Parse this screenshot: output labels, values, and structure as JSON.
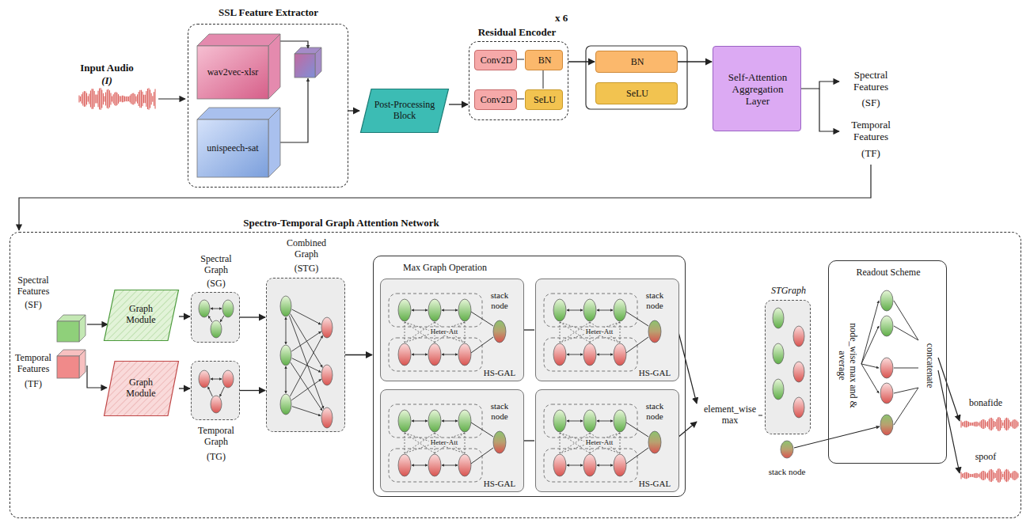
{
  "diagram": {
    "nodes": [
      {
        "text": [
          "SSL Feature Extractor"
        ]
      },
      {
        "text": [
          "wav2vec-xlsr"
        ],
        "in": 0
      },
      {
        "text": [
          "unispeech-sat"
        ],
        "in": 0
      },
      {
        "text": [
          "Post-Processing Block"
        ]
      },
      {
        "text": [
          "Residual Encoder",
          "x 6"
        ]
      },
      {
        "text": [
          "Conv2D"
        ],
        "in": 4
      },
      {
        "text": [
          "BN"
        ],
        "in": 4
      },
      {
        "text": [
          "Conv2D"
        ],
        "in": 4
      },
      {
        "text": [
          "SeLU"
        ],
        "in": 4
      },
      {
        "text": [
          "BN"
        ]
      },
      {
        "text": [
          "SeLU"
        ]
      },
      {
        "text": [
          "Self-Attention Aggregation Layer"
        ]
      },
      {
        "text": [
          "Spectro-Temporal Graph Attention Network"
        ]
      },
      {
        "text": [
          "Graph Module"
        ],
        "in": 12
      },
      {
        "text": [
          "Spectral Graph",
          "(SG)"
        ],
        "in": 12
      },
      {
        "text": [
          "Graph Module"
        ],
        "in": 12
      },
      {
        "text": [
          "Temporal Graph",
          "(TG)"
        ],
        "in": 12
      },
      {
        "text": [
          "Combined Graph",
          "(STG)"
        ],
        "in": 12
      },
      {
        "text": [
          "Max Graph Operation"
        ],
        "in": 12
      },
      {
        "text": [
          "stack node",
          "Heter-Att",
          "HS-GAL"
        ],
        "in": 18
      },
      {
        "text": [
          "stack node",
          "Heter-Att",
          "HS-GAL"
        ],
        "in": 18
      },
      {
        "text": [
          "stack node",
          "Heter-Att",
          "HS-GAL"
        ],
        "in": 18
      },
      {
        "text": [
          "stack node",
          "Heter-Att",
          "HS-GAL"
        ],
        "in": 18
      },
      {
        "text": [
          "STGraph"
        ],
        "in": 12
      },
      {
        "text": [
          "Readout Scheme",
          "node_wise max and & average",
          "concatenate"
        ],
        "in": 12
      }
    ],
    "edges": [
      {
        "from": 0,
        "to": 3,
        "arrow": "to"
      },
      {
        "from": 3,
        "to": 4,
        "arrow": "to"
      },
      {
        "from": 4,
        "to": 9,
        "arrow": "to"
      },
      {
        "from": 9,
        "to": 11,
        "arrow": "to"
      },
      {
        "from": 13,
        "to": 14,
        "arrow": "to"
      },
      {
        "from": 15,
        "to": 16,
        "arrow": "to"
      },
      {
        "from": 14,
        "to": 17,
        "arrow": "to"
      },
      {
        "from": 16,
        "to": 17,
        "arrow": "to"
      },
      {
        "from": 17,
        "to": 18,
        "arrow": "to"
      },
      {
        "from": 19,
        "to": 20,
        "arrow": "none"
      },
      {
        "from": 21,
        "to": 22,
        "arrow": "none"
      }
    ],
    "labels": [
      "Input Audio",
      "(I)",
      "Spectral Features",
      "(SF)",
      "Temporal Features",
      "(TF)",
      "Spectral Features",
      "(SF)",
      "Temporal Features",
      "(TF)",
      "element_wise max",
      "stack node",
      "bonafide",
      "spoof"
    ]
  }
}
